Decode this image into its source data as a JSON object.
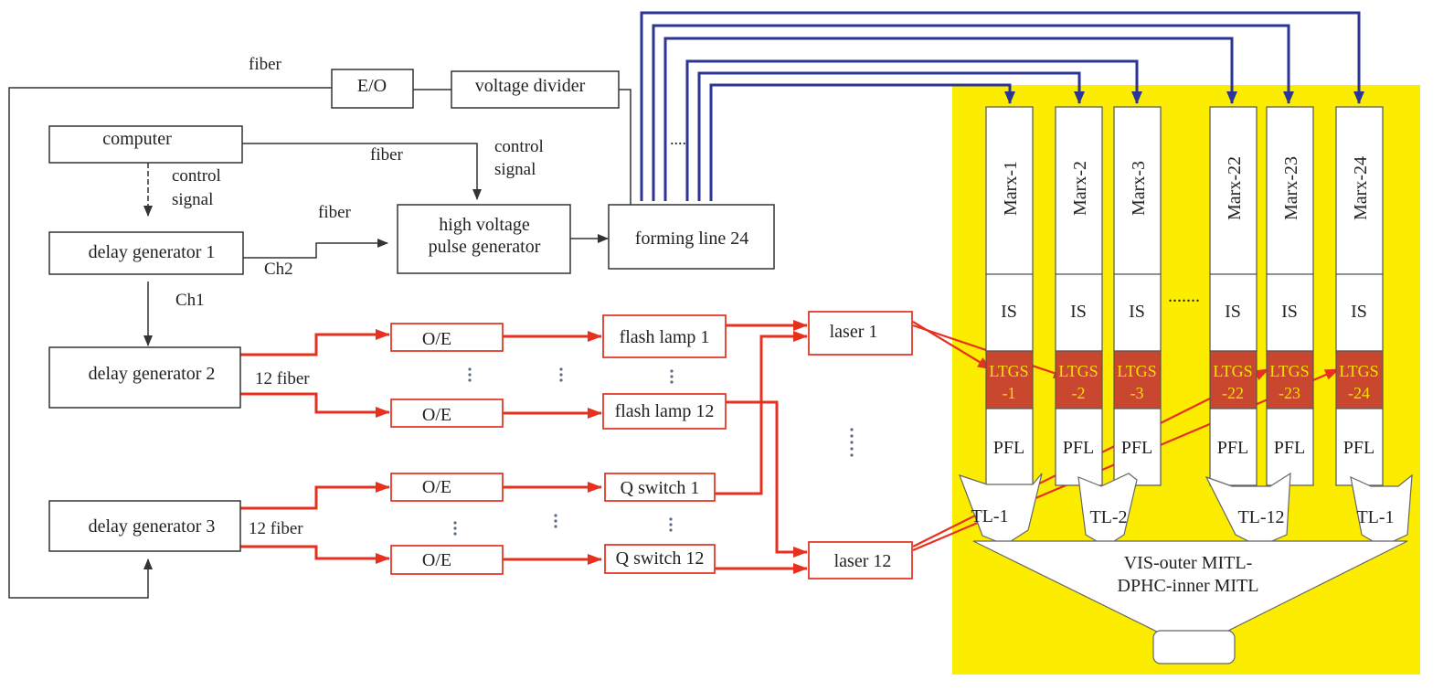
{
  "left_section": {
    "computer": "computer",
    "eo": "E/O",
    "voltage_divider": "voltage divider",
    "fiber_top": "fiber",
    "fiber_mid": "fiber",
    "fiber_lower": "fiber",
    "control_signal_1": [
      "control",
      "signal"
    ],
    "control_signal_2": [
      "control",
      "signal"
    ],
    "delay_gen_1": "delay generator 1",
    "delay_gen_2": "delay generator 2",
    "delay_gen_3": "delay generator 3",
    "ch1": "Ch1",
    "ch2": "Ch2",
    "hv_pulse_gen": [
      "high voltage",
      "pulse generator"
    ],
    "forming_line": "forming line 24",
    "fiber12_a": "12 fiber",
    "fiber12_b": "12 fiber",
    "oe": [
      "O/E",
      "O/E",
      "O/E",
      "O/E"
    ],
    "flash_lamp_1": "flash lamp 1",
    "flash_lamp_12": "flash lamp 12",
    "q_switch_1": "Q switch 1",
    "q_switch_12": "Q switch 12",
    "laser_1": "laser 1",
    "laser_12": "laser 12"
  },
  "right_section": {
    "background_color": "#fbec00",
    "ltgs_color": "#c9472e",
    "columns": [
      {
        "marx": "Marx-1",
        "is": "IS",
        "ltgs": [
          "LTGS",
          "-1"
        ],
        "pfl": "PFL"
      },
      {
        "marx": "Marx-2",
        "is": "IS",
        "ltgs": [
          "LTGS",
          "-2"
        ],
        "pfl": "PFL"
      },
      {
        "marx": "Marx-3",
        "is": "IS",
        "ltgs": [
          "LTGS",
          "-3"
        ],
        "pfl": "PFL"
      },
      {
        "marx": "Marx-22",
        "is": "IS",
        "ltgs": [
          "LTGS",
          "-22"
        ],
        "pfl": "PFL"
      },
      {
        "marx": "Marx-23",
        "is": "IS",
        "ltgs": [
          "LTGS",
          "-23"
        ],
        "pfl": "PFL"
      },
      {
        "marx": "Marx-24",
        "is": "IS",
        "ltgs": [
          "LTGS",
          "-24"
        ],
        "pfl": "PFL"
      }
    ],
    "transmission_lines": [
      "TL-1",
      "TL-2",
      "TL-12",
      "TL-1"
    ],
    "mitl": [
      "VIS-outer MITL-",
      "DPHC-inner MITL"
    ]
  },
  "colors": {
    "trigger_red": "#e8301f",
    "hv_blue": "#2d3594",
    "box_outline": "#333333"
  }
}
